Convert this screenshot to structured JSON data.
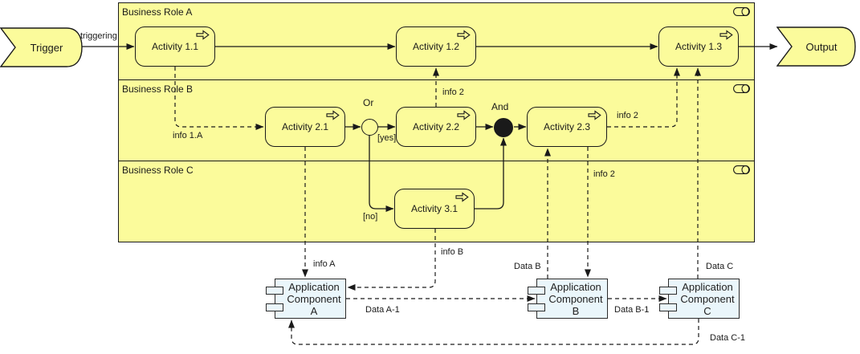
{
  "colors": {
    "lane_fill": "#fbfb9b",
    "node_fill": "#fbfb9b",
    "component_fill": "#eaf6fb",
    "border": "#1a1a1a"
  },
  "lanes": [
    {
      "label": "Business Role A"
    },
    {
      "label": "Business Role B"
    },
    {
      "label": "Business Role C"
    }
  ],
  "nodes": {
    "trigger": {
      "label": "Trigger"
    },
    "output": {
      "label": "Output"
    },
    "activity_1_1": {
      "label": "Activity 1.1"
    },
    "activity_1_2": {
      "label": "Activity 1.2"
    },
    "activity_1_3": {
      "label": "Activity 1.3"
    },
    "activity_2_1": {
      "label": "Activity 2.1"
    },
    "activity_2_2": {
      "label": "Activity 2.2"
    },
    "activity_2_3": {
      "label": "Activity 2.3"
    },
    "activity_3_1": {
      "label": "Activity 3.1"
    },
    "component_a": {
      "label": "Application Component A"
    },
    "component_b": {
      "label": "Application Component B"
    },
    "component_c": {
      "label": "Application Component C"
    }
  },
  "junctions": {
    "or": {
      "label": "Or"
    },
    "and": {
      "label": "And"
    }
  },
  "guards": {
    "yes": "[yes]",
    "no": "[no]"
  },
  "edge_labels": {
    "triggering": "triggering",
    "info_1a": "info 1.A",
    "info_2_to_activity_1_2": "info 2",
    "info_2_to_activity_1_3": "info 2",
    "info_2_to_component_b": "info 2",
    "info_a": "info A",
    "info_b": "info B",
    "data_b": "Data B",
    "data_c": "Data C",
    "data_a1": "Data A-1",
    "data_b1": "Data B-1",
    "data_c1": "Data C-1"
  }
}
